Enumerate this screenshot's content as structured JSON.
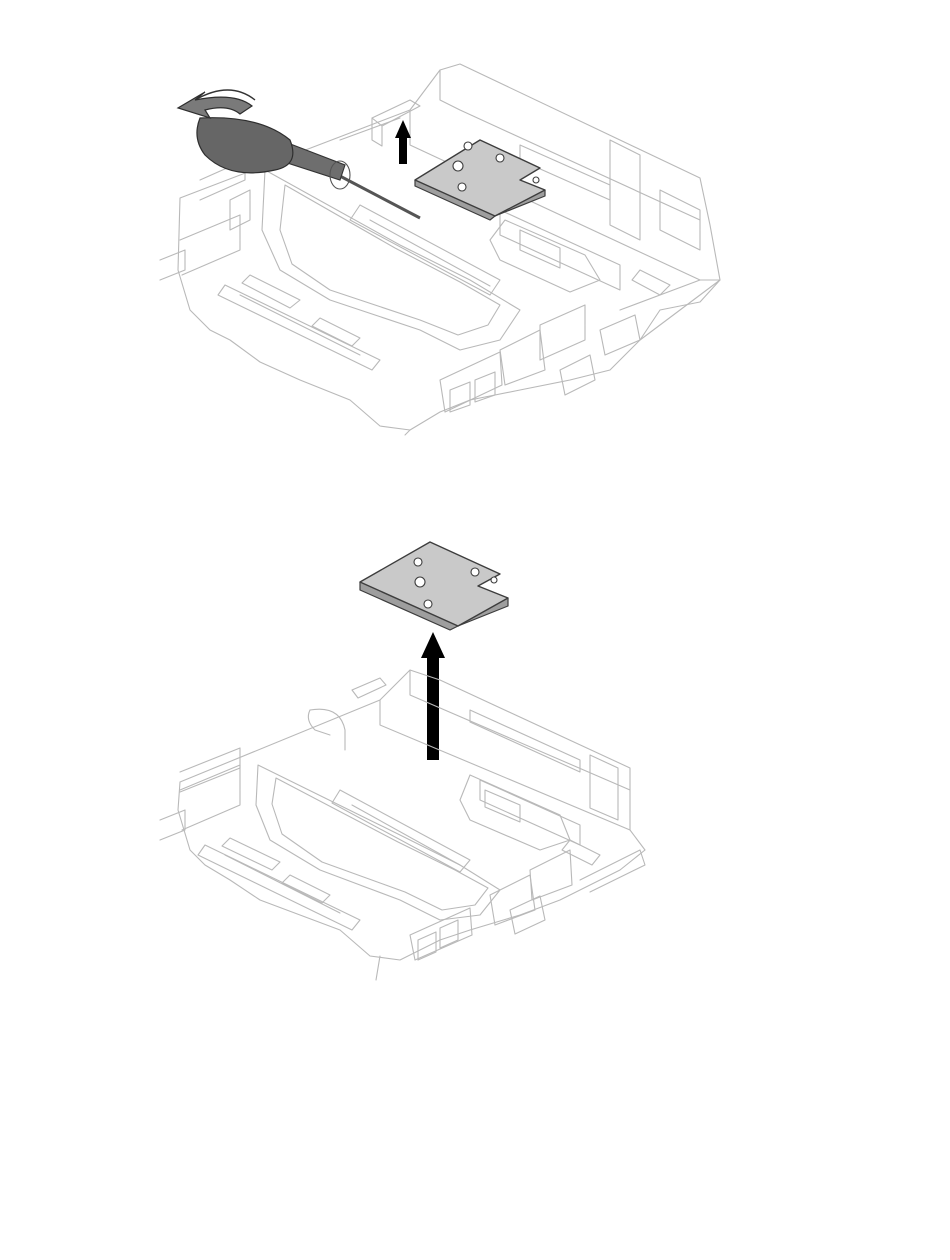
{
  "figures": [
    {
      "id": "step-1",
      "action": "loosen",
      "icons": [
        "screwdriver-icon",
        "counterclockwise-rotation-arrow-icon",
        "lift-arrow-icon"
      ]
    },
    {
      "id": "step-2",
      "action": "remove",
      "icons": [
        "lift-arrow-icon"
      ]
    }
  ],
  "colors": {
    "line": "#b9b9b9",
    "plate_fill": "#c9c9c9",
    "plate_stroke": "#3d3d3d",
    "tool": "#6b6b6b",
    "arrow": "#000000"
  }
}
